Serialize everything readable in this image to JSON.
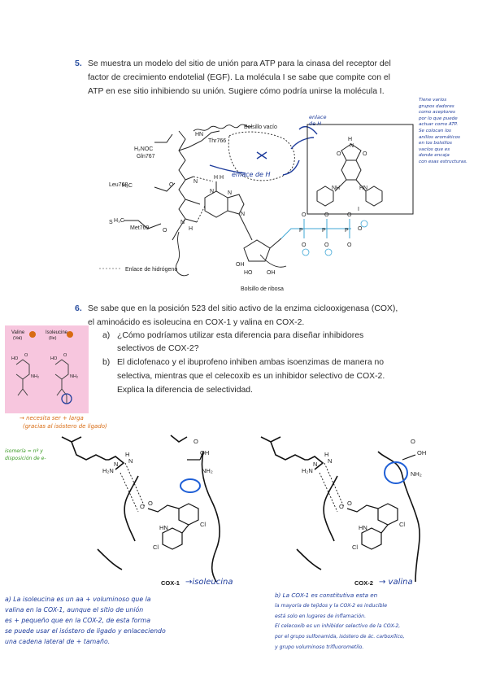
{
  "q5": {
    "number": "5.",
    "lines": [
      "Se muestra un modelo del sitio de unión para ATP para la cinasa del receptor del",
      "factor de crecimiento endotelial (EGF). La molécula I se sabe que compite con el",
      "ATP en ese sitio inhibiendo su unión. Sugiere cómo podría unirse la molécula I."
    ],
    "figure": {
      "pocket_empty": "Bolsillo vacío",
      "thr": "Thr766",
      "gln": "Gln767",
      "leu": "Leu768",
      "met": "Met769",
      "hbond_legend": "Enlace de hidrógeno",
      "ribose_pocket": "Bolsillo de ribosa",
      "molecule_label": "I"
    },
    "handwritten": {
      "enlace_left": "enlace\nde H",
      "enlace_mid": "enlace de H",
      "right_note": [
        "Tiene varios",
        "grupos dadores",
        "como aceptores",
        "por lo que puede",
        "actuar como ATP.",
        "Se colocan los",
        "anillos aromáticos",
        "en los bolsillos",
        "vacíos que es",
        "donde encaja",
        "con esas estructuras."
      ]
    }
  },
  "q6": {
    "number": "6.",
    "lines": [
      "Se sabe que en la posición 523 del sitio activo de la enzima ciclooxigenasa (COX),",
      "el aminoácido es isoleucina en COX-1 y valina en COX-2."
    ],
    "a_label": "a)",
    "a_lines": [
      "¿Cómo podríamos utilizar esta diferencia para diseñar inhibidores",
      "selectivos de COX-2?"
    ],
    "b_label": "b)",
    "b_lines": [
      "El diclofenaco y el ibuprofeno inhiben ambas isoenzimas de manera no",
      "selectiva, mientras que el celecoxib es un inhibidor selectivo de COX-2.",
      "Explica la diferencia de selectividad."
    ],
    "pink_box": {
      "valine": "Valine",
      "valine_code": "(Val)",
      "isoleucine": "Isoleucine",
      "isoleucine_code": "(Ile)"
    },
    "orange_note": [
      "→ necesita ser + larga",
      "(gracias al isóstero de ligado)"
    ],
    "green_note": [
      "isomería = nº y",
      "disposición de e-"
    ],
    "cox1_label": "COX-1",
    "cox1_hw": "→isoleucina",
    "cox2_label": "COX-2",
    "cox2_hw": "→ valina",
    "answer_a": [
      "a) La isoleucina es un aa + voluminoso que la",
      "valina en la COX-1, aunque el sitio de unión",
      "es + pequeño que en la COX-2, de esta forma",
      "se puede usar el isóstero de ligado y enlaceciendo",
      "una cadena lateral de + tamaño."
    ],
    "answer_b": [
      "b) La COX-1 es constitutiva esta en",
      "la mayoría de tejidos y la COX-2 es inducible",
      "está solo en lugares de inflamación.",
      "El celecoxib es un inhibidor selectivo de la COX-2,",
      "por el grupo sulfonamida, isóstero de ác. carboxílico,",
      "y grupo voluminoso trifluorometilo."
    ]
  }
}
